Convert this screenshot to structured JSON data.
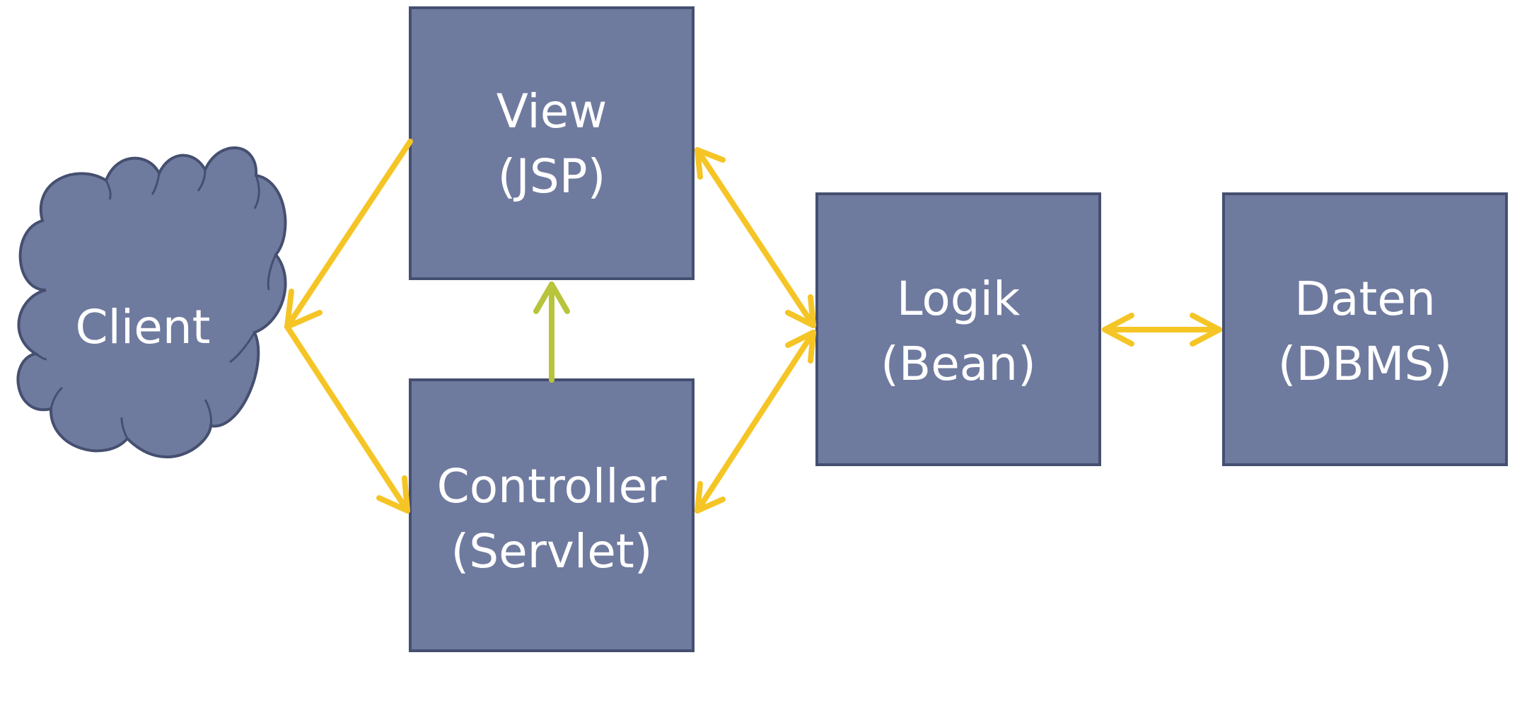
{
  "colors": {
    "node_fill": "#6f7a9f",
    "node_border": "#454f70",
    "text": "#ffffff",
    "arrow_yellow": "#f5c526",
    "arrow_green": "#b8c43b",
    "background": "#ffffff"
  },
  "nodes": {
    "client": {
      "label": "Client",
      "shape": "cloud"
    },
    "view": {
      "line1": "View",
      "line2": "(JSP)"
    },
    "controller": {
      "line1": "Controller",
      "line2": "(Servlet)"
    },
    "logic": {
      "line1": "Logik",
      "line2": "(Bean)"
    },
    "data": {
      "line1": "Daten",
      "line2": "(DBMS)"
    }
  },
  "edges": [
    {
      "from": "view",
      "to": "client",
      "color": "arrow_yellow",
      "direction": "one-way"
    },
    {
      "from": "client",
      "to": "controller",
      "color": "arrow_yellow",
      "direction": "one-way"
    },
    {
      "from": "controller",
      "to": "view",
      "color": "arrow_green",
      "direction": "one-way"
    },
    {
      "from": "view",
      "to": "logic",
      "color": "arrow_yellow",
      "direction": "both"
    },
    {
      "from": "controller",
      "to": "logic",
      "color": "arrow_yellow",
      "direction": "both"
    },
    {
      "from": "logic",
      "to": "data",
      "color": "arrow_yellow",
      "direction": "both"
    }
  ]
}
